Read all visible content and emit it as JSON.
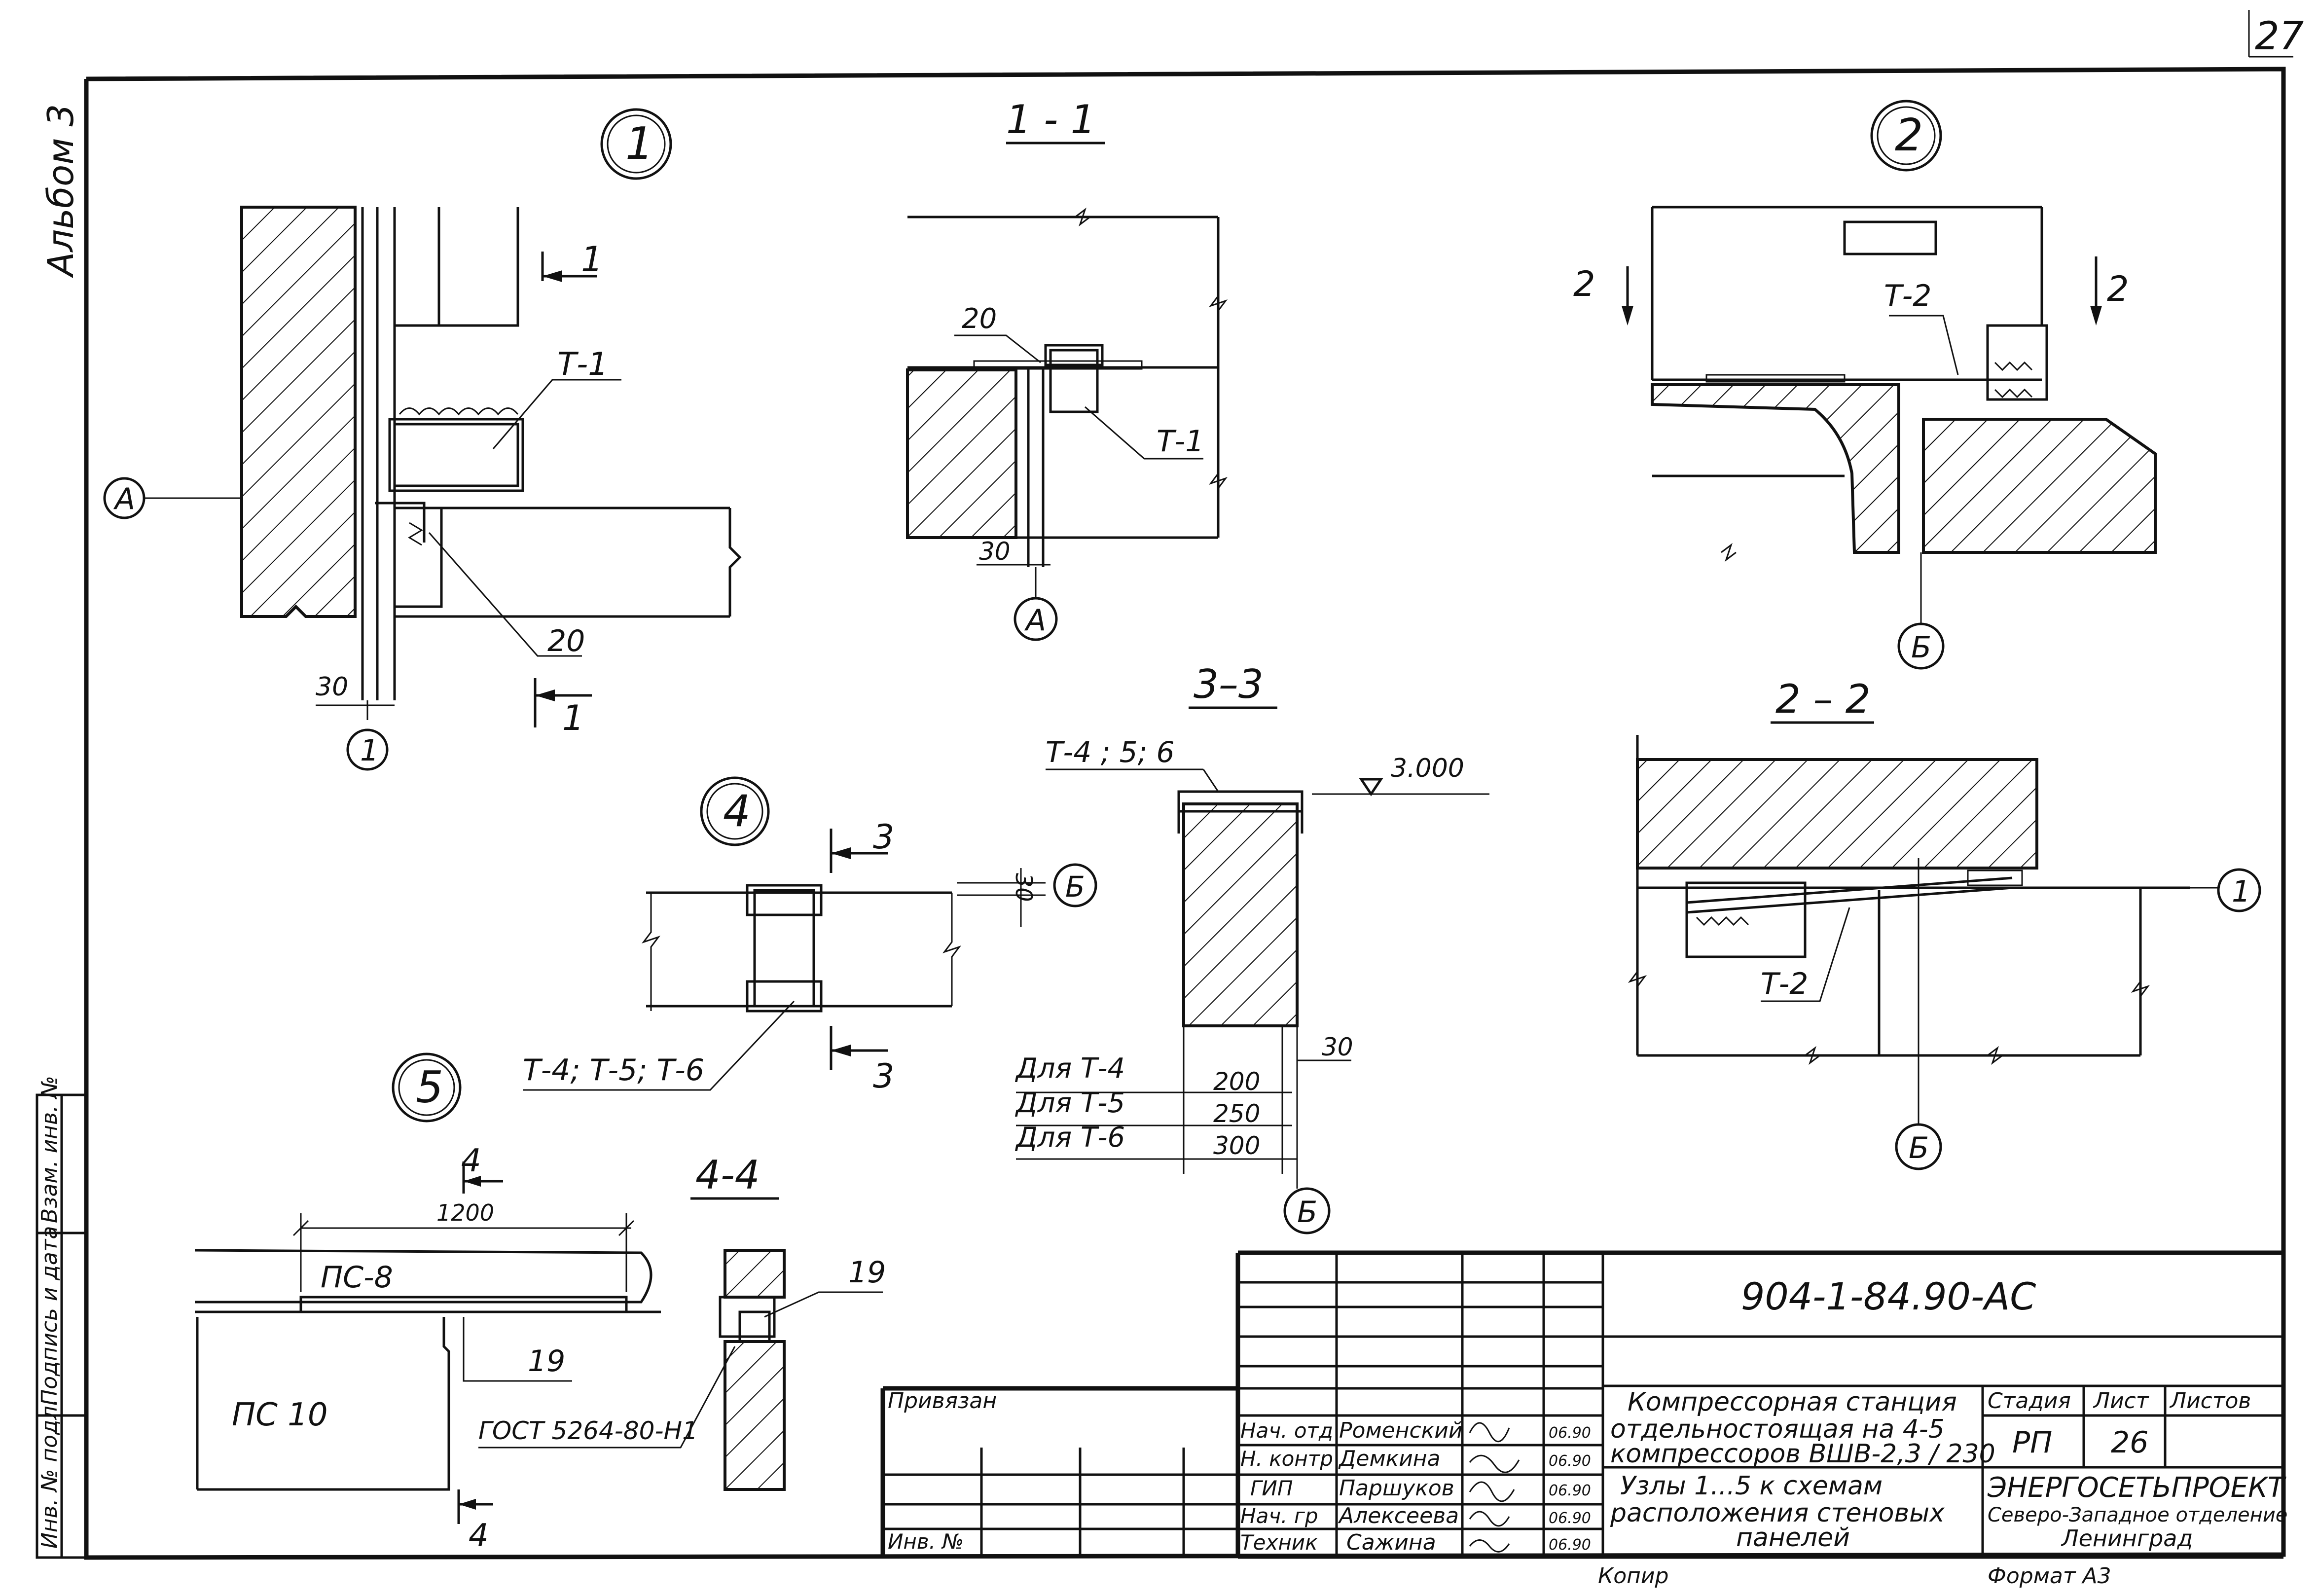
{
  "sheet": {
    "number": "27",
    "album": "Альбом 3"
  },
  "node1": {
    "mark": "1",
    "section_mark": "1",
    "axis_a": "А",
    "axis_1": "1",
    "dim_30": "30",
    "tag_t1": "Т-1",
    "tag_20": "20"
  },
  "sec11": {
    "title": "1 - 1",
    "tag_20": "20",
    "tag_t1": "Т-1",
    "dim_30": "30",
    "axis_a": "А"
  },
  "node2": {
    "mark": "2",
    "section_mark": "2",
    "tag_t2": "Т-2",
    "axis_b": "Б"
  },
  "sec22": {
    "title": "2 – 2",
    "tag_t2": "Т-2",
    "axis_1": "1",
    "axis_b": "Б"
  },
  "sec33": {
    "title": "3–3",
    "tags": "Т-4 ; 5; 6",
    "level": "3.000",
    "dim_30": "30",
    "axis_b": "Б",
    "table": [
      {
        "label": "Для  Т-4",
        "value": "200"
      },
      {
        "label": "Для  Т-5",
        "value": "250"
      },
      {
        "label": "Для  Т-6",
        "value": "300"
      }
    ]
  },
  "node4": {
    "mark": "4",
    "section_mark": "3",
    "dim_30": "30",
    "axis_b": "Б",
    "tags": "Т-4; Т-5;  Т-6"
  },
  "node5": {
    "mark": "5",
    "section_mark": "4",
    "dim_1200": "1200",
    "panel_top": "ПС-8",
    "panel_bottom": "ПС 10",
    "tag_19": "19"
  },
  "sec44": {
    "title": "4-4",
    "tag_19": "19",
    "gost": "ГОСТ 5264-80-Н1"
  },
  "side_stamp": {
    "labels": [
      "Инв. № подл.",
      "Подпись и дата",
      "Взам. инв. №"
    ]
  },
  "title_block": {
    "code": "904-1-84.90-АС",
    "project": [
      "Компрессорная  станция",
      "отдельностоящая  на  4-5",
      "компрессоров  ВШВ-2,3 / 230"
    ],
    "sheet_title": [
      "Узлы  1...5  к  схемам",
      "расположения   стеновых",
      "панелей"
    ],
    "privyazan": "Привязан",
    "inv": "Инв. №",
    "people": [
      {
        "role": "Нач. отд",
        "name": "Роменский",
        "date": "06.90"
      },
      {
        "role": "Н. контр",
        "name": "Демкина",
        "date": "06.90"
      },
      {
        "role": "ГИП",
        "name": "Паршуков",
        "date": "06.90"
      },
      {
        "role": "Нач. гр",
        "name": "Алексеева",
        "date": "06.90"
      },
      {
        "role": "Техник",
        "name": "Сажина",
        "date": "06.90"
      }
    ],
    "stage_header": "Стадия",
    "sheet_header": "Лист",
    "sheets_header": "Листов",
    "stage": "РП",
    "sheet_no": "26",
    "org": "ЭНЕРГОСЕТЬПРОЕКТ",
    "org_branch": "Северо-Западное отделение",
    "org_city": "Ленинград",
    "copy": "Копир",
    "format": "Формат  А3"
  }
}
